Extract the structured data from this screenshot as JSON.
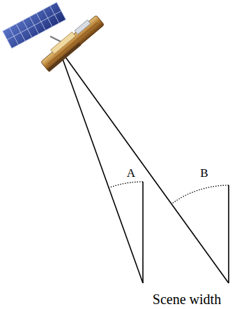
{
  "diagram": {
    "labels": [
      "A",
      "B",
      "Scene width"
    ]
  }
}
